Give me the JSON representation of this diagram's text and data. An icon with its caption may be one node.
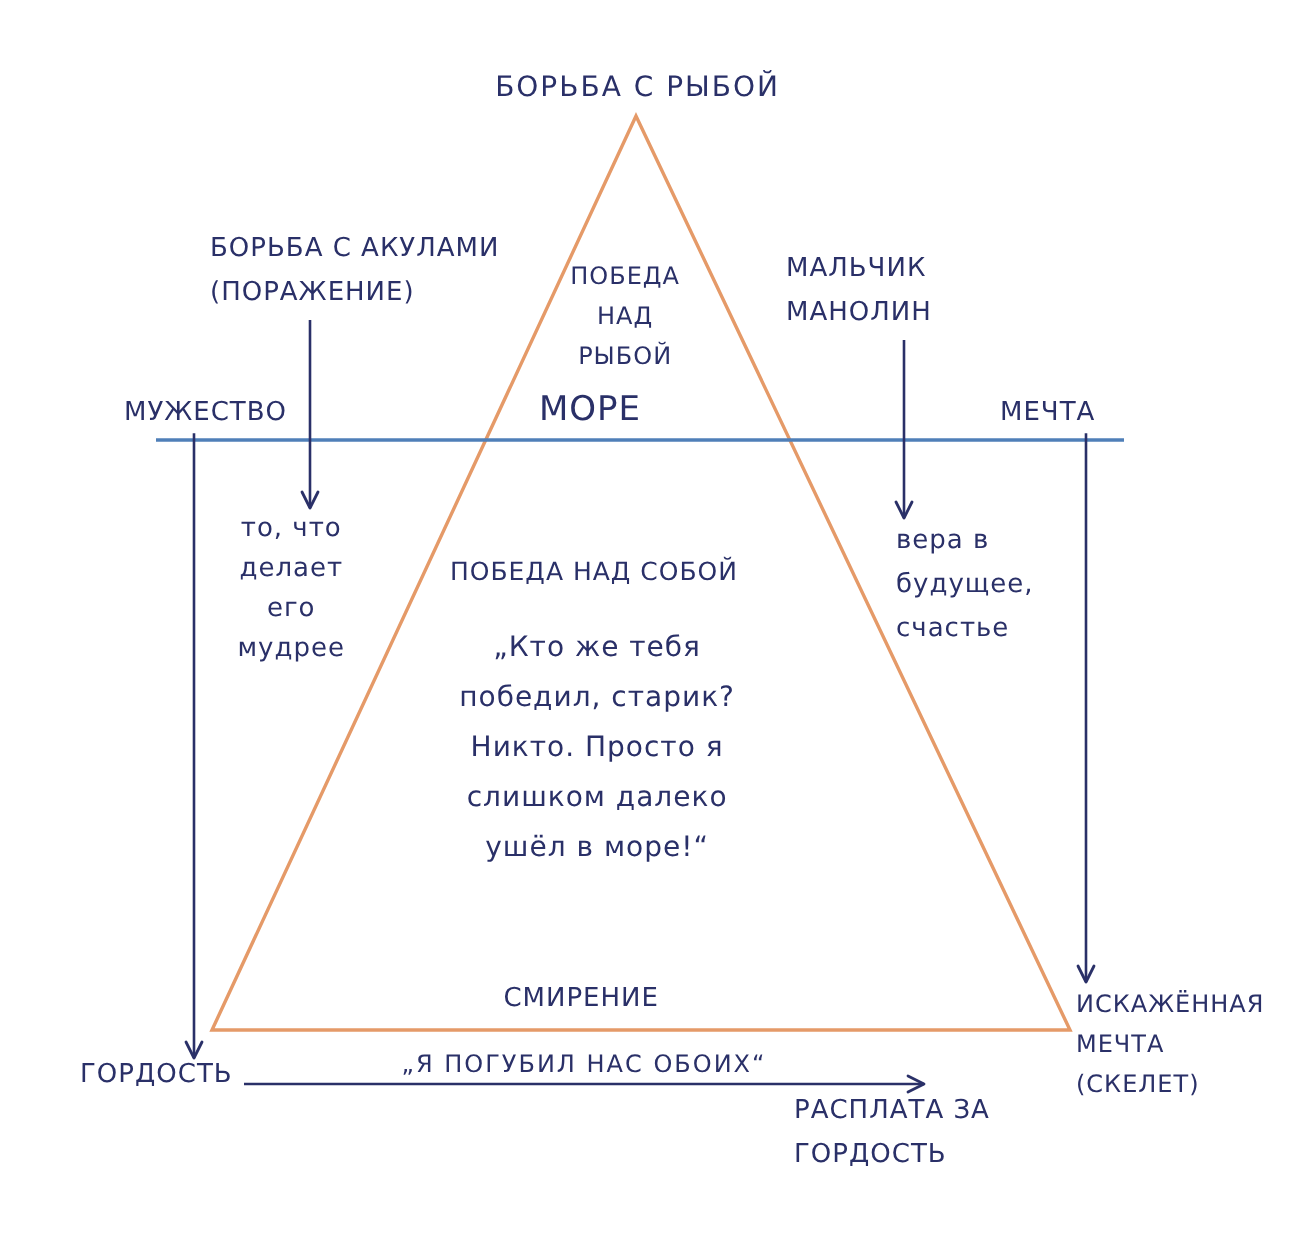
{
  "diagram": {
    "nodes": [
      {
        "text": [
          "БОРЬБА С РЫБОЙ",
          "ПОБЕДА НАД РЫБОЙ",
          "МОРЕ",
          "ПОБЕДА НАД СОБОЙ",
          "„Кто же тебя победил, старик? Никто. Просто я слишком далеко ушёл в море!“",
          "СМИРЕНИЕ"
        ]
      },
      {
        "text": [
          "БОРЬБА С АКУЛАМИ (ПОРАЖЕНИЕ)"
        ]
      },
      {
        "text": [
          "то, что делает его мудрее"
        ]
      },
      {
        "text": [
          "МАЛЬЧИК МАНОЛИН"
        ]
      },
      {
        "text": [
          "вера в будущее, счастье"
        ]
      },
      {
        "text": [
          "МУЖЕСТВО"
        ]
      },
      {
        "text": [
          "МЕЧТА"
        ]
      },
      {
        "text": [
          "ГОРДОСТЬ"
        ]
      },
      {
        "text": [
          "ИСКАЖЁННАЯ МЕЧТА (СКЕЛЕТ)"
        ]
      },
      {
        "text": [
          "РАСПЛАТА ЗА ГОРДОСТЬ"
        ]
      }
    ],
    "edges": [
      {
        "from": 1,
        "to": 2,
        "arrow": "to"
      },
      {
        "from": 3,
        "to": 4,
        "arrow": "to"
      },
      {
        "from": 5,
        "to": 7,
        "arrow": "to"
      },
      {
        "from": 6,
        "to": 8,
        "arrow": "to"
      },
      {
        "from": 7,
        "to": 9,
        "arrow": "to",
        "label": "„Я ПОГУБИЛ НАС ОБОИХ“"
      }
    ]
  }
}
